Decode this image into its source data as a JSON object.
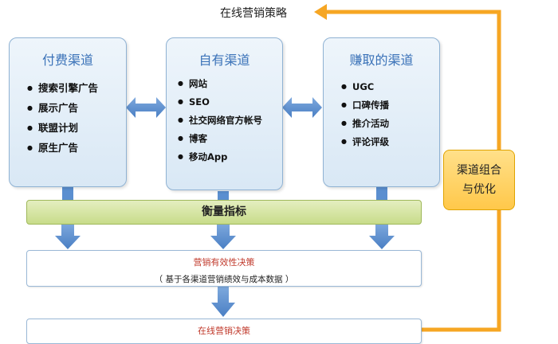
{
  "title": "在线营销策略",
  "channels": [
    {
      "title": "付费渠道",
      "items": [
        "搜索引擎广告",
        "展示广告",
        "联盟计划",
        "原生广告"
      ]
    },
    {
      "title": "自有渠道",
      "items": [
        "网站",
        "SEO",
        "社交网络官方帐号",
        "博客",
        "移动App"
      ]
    },
    {
      "title": "赚取的渠道",
      "items": [
        "UGC",
        "口碑传播",
        "推介活动",
        "评论评级"
      ]
    }
  ],
  "metrics_label": "衡量指标",
  "decisions": [
    {
      "title": "营销有效性决策",
      "subtitle": "（ 基于各渠道营销绩效与成本数据 ）"
    },
    {
      "title": "在线营销决策"
    }
  ],
  "optimize_label": [
    "渠道组合",
    "与优化"
  ],
  "colors": {
    "arrow_blue": "#5b8fd0",
    "feedback_orange": "#f6a623",
    "title_blue": "#3a72b8",
    "decision_red": "#c0392b"
  }
}
